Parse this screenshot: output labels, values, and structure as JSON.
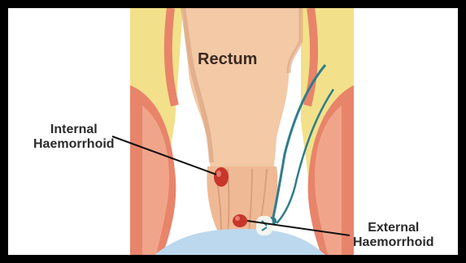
{
  "diagram": {
    "labels": {
      "rectum": "Rectum",
      "internal_line1": "Internal",
      "internal_line2": "Haemorrhoid",
      "external_line1": "External",
      "external_line2": "Haemorrhoid"
    },
    "colors": {
      "background_frame": "#000000",
      "panel": "#ffffff",
      "fat_tissue": "#f2e18a",
      "muscle": "#e8846a",
      "muscle_light": "#f4b49a",
      "rectum_wall": "#f3c9a6",
      "rectum_shadow": "#d9a07d",
      "haemorrhoid": "#c8352a",
      "vein": "#2f7d8a",
      "skin_blue": "#bcd8ee"
    }
  }
}
